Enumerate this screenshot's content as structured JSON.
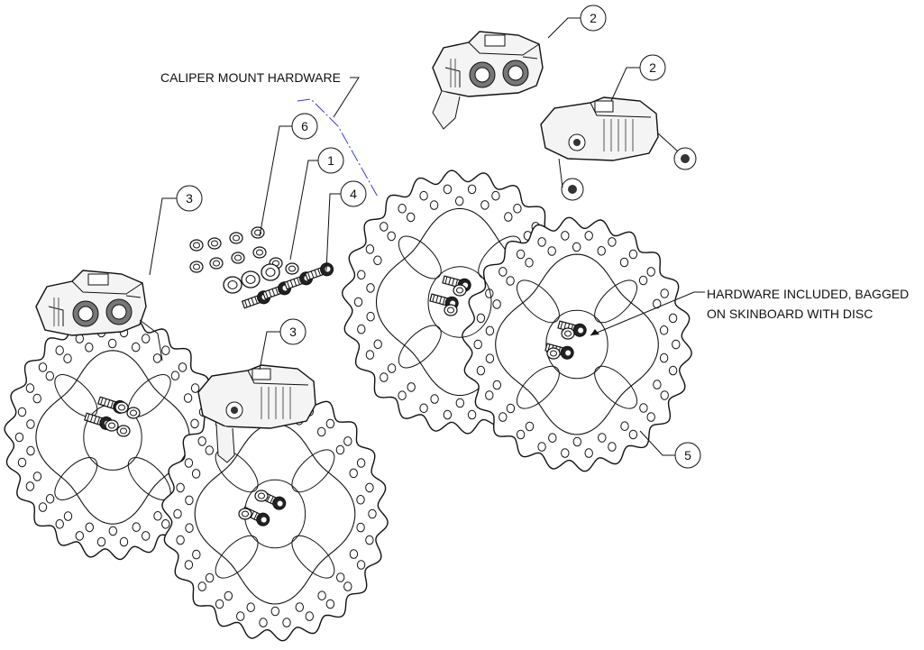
{
  "callouts": {
    "caliper_mount_hardware": "CALIPER MOUNT HARDWARE",
    "hardware_included_line1": "HARDWARE INCLUDED, BAGGED",
    "hardware_included_line2": "ON SKINBOARD WITH DISC"
  },
  "balloons": {
    "b1": "1",
    "b2a": "2",
    "b2b": "2",
    "b3a": "3",
    "b3b": "3",
    "b4": "4",
    "b5": "5",
    "b6": "6"
  },
  "colors": {
    "line": "#111111",
    "leader_blue": "#3a3ad8"
  }
}
